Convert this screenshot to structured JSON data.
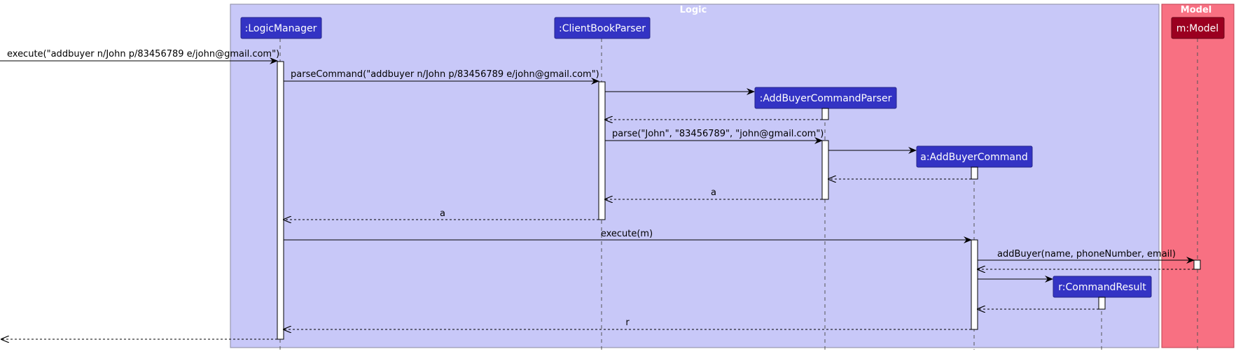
{
  "boxes": {
    "logic": {
      "title": "Logic",
      "fill": "#c8c8f8",
      "stroke": "#8a8aa0"
    },
    "model": {
      "title": "Model",
      "fill": "#f87082",
      "stroke": "#c04050"
    }
  },
  "participants": {
    "logic_manager": {
      "label": ":LogicManager",
      "fill": "#3333c4"
    },
    "client_book_parser": {
      "label": ":ClientBookParser",
      "fill": "#3333c4"
    },
    "add_buyer_command_parser": {
      "label": ":AddBuyerCommandParser",
      "fill": "#3333c4"
    },
    "add_buyer_command": {
      "label": "a:AddBuyerCommand",
      "fill": "#3333c4"
    },
    "command_result": {
      "label": "r:CommandResult",
      "fill": "#3333c4"
    },
    "model": {
      "label": "m:Model",
      "fill": "#9b0020"
    }
  },
  "messages": {
    "m1": "execute(\"addbuyer n/John p/83456789 e/john@gmail.com\")",
    "m2": "parseCommand(\"addbuyer n/John p/83456789 e/john@gmail.com\")",
    "m3": "parse(\"John\", \"83456789\", \"john@gmail.com\")",
    "m4": "a",
    "m5": "a",
    "m6": "execute(m)",
    "m7": "addBuyer(name, phoneNumber, email)",
    "m8": "r"
  }
}
